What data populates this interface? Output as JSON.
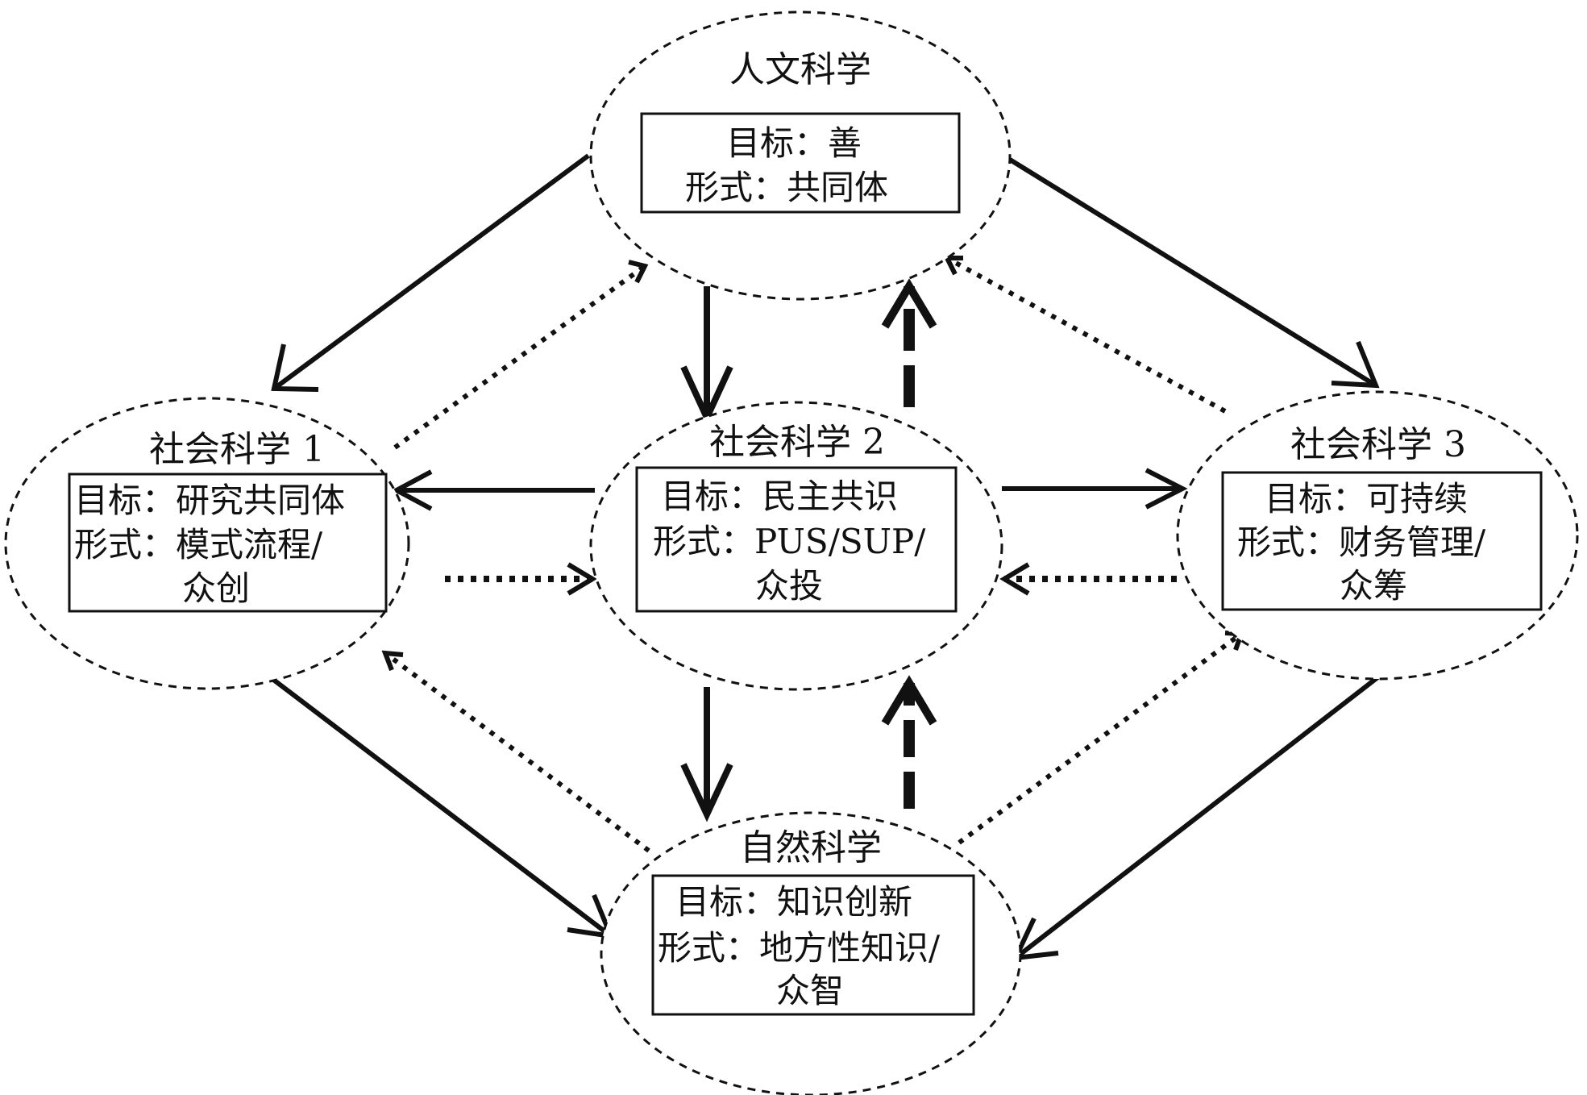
{
  "nodes": {
    "humanities": {
      "title": "人文科学",
      "lines": [
        "目标：善",
        "形式：共同体"
      ]
    },
    "social1": {
      "title": "社会科学 1",
      "lines": [
        "目标：研究共同体",
        "形式：模式流程/",
        "众创"
      ]
    },
    "social2": {
      "title": "社会科学 2",
      "lines": [
        "目标：民主共识",
        "形式：PUS/SUP/",
        "众投"
      ]
    },
    "social3": {
      "title": "社会科学 3",
      "lines": [
        "目标：可持续",
        "形式：财务管理/",
        "众筹"
      ]
    },
    "natural": {
      "title": "自然科学",
      "lines": [
        "目标：知识创新",
        "形式：地方性知识/",
        "众智"
      ]
    }
  },
  "edges": [
    {
      "from": "humanities",
      "to": "social1",
      "style": "solid"
    },
    {
      "from": "humanities",
      "to": "social3",
      "style": "solid"
    },
    {
      "from": "humanities",
      "to": "social2",
      "style": "solid"
    },
    {
      "from": "social2",
      "to": "humanities",
      "style": "dashed"
    },
    {
      "from": "social1",
      "to": "humanities",
      "style": "dotted"
    },
    {
      "from": "social3",
      "to": "humanities",
      "style": "dotted"
    },
    {
      "from": "social2",
      "to": "social1",
      "style": "solid"
    },
    {
      "from": "social2",
      "to": "social3",
      "style": "solid"
    },
    {
      "from": "social1",
      "to": "social2",
      "style": "dotted"
    },
    {
      "from": "social3",
      "to": "social2",
      "style": "dotted"
    },
    {
      "from": "social2",
      "to": "natural",
      "style": "solid"
    },
    {
      "from": "natural",
      "to": "social2",
      "style": "dashed"
    },
    {
      "from": "social1",
      "to": "natural",
      "style": "solid"
    },
    {
      "from": "social3",
      "to": "natural",
      "style": "solid"
    },
    {
      "from": "natural",
      "to": "social1",
      "style": "dotted"
    },
    {
      "from": "natural",
      "to": "social3",
      "style": "dotted"
    }
  ]
}
